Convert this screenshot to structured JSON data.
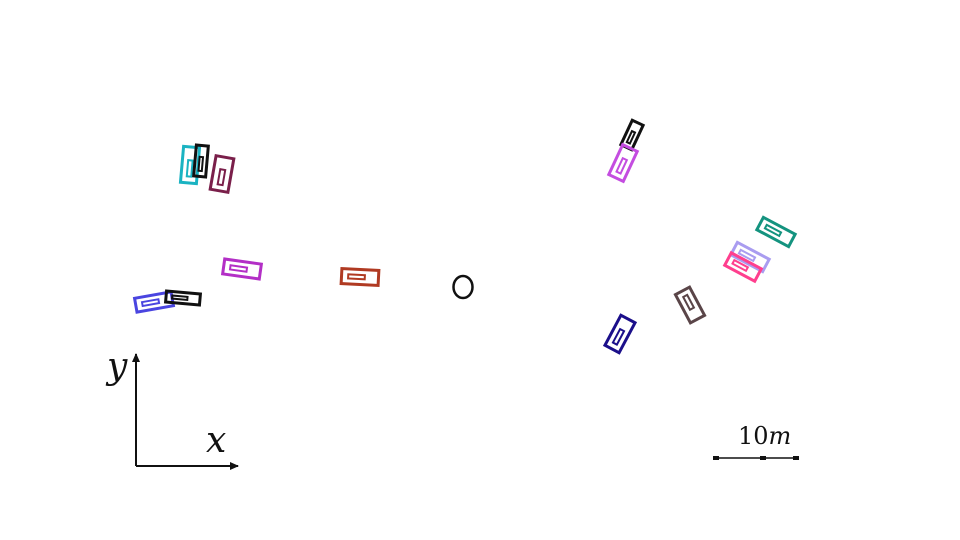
{
  "axes": {
    "y_label": "y",
    "x_label": "x"
  },
  "scale_bar": {
    "value": "10",
    "unit": "m"
  },
  "ego_marker": {
    "shape": "circle"
  },
  "vehicles": [
    {
      "id": "car-1",
      "color": "#1ab3c2"
    },
    {
      "id": "car-2",
      "color": "#111111"
    },
    {
      "id": "car-3",
      "color": "#7a1f4a"
    },
    {
      "id": "car-4",
      "color": "#b32fc6"
    },
    {
      "id": "car-5",
      "color": "#4a45e0"
    },
    {
      "id": "car-6",
      "color": "#111111"
    },
    {
      "id": "car-7",
      "color": "#b03a22"
    },
    {
      "id": "car-8",
      "color": "#111111"
    },
    {
      "id": "car-9",
      "color": "#c44de0"
    },
    {
      "id": "car-10",
      "color": "#14937f"
    },
    {
      "id": "car-11",
      "color": "#a99cf0"
    },
    {
      "id": "car-12",
      "color": "#ff3f8e"
    },
    {
      "id": "car-13",
      "color": "#5a4548"
    },
    {
      "id": "car-14",
      "color": "#1b0f8a"
    }
  ]
}
